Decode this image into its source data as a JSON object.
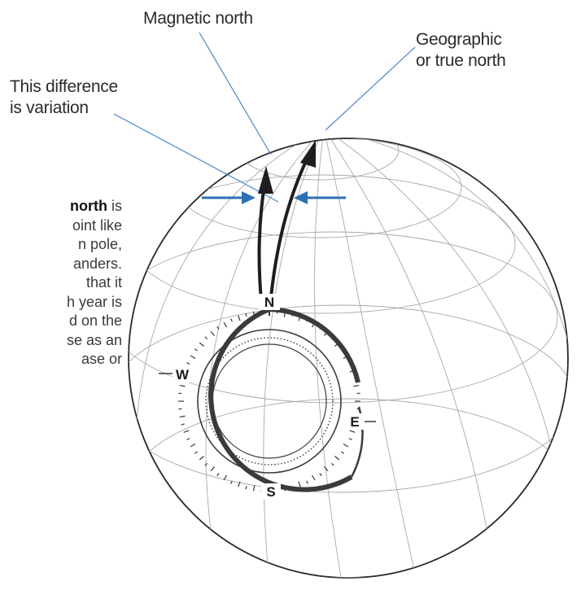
{
  "labels": {
    "magnetic_north": "Magnetic north",
    "geographic_line1": "Geographic",
    "geographic_line2": "or true north",
    "variation_line1": "This difference",
    "variation_line2": "is variation"
  },
  "side_text": {
    "line1_bold": "north",
    "line1_rest": " is",
    "line2": "oint like",
    "line3": "n pole,",
    "line4": "anders.",
    "line5": "that it",
    "line6": "h year is",
    "line7": "d on the",
    "line8": "se as an",
    "line9": "ase or"
  },
  "compass": {
    "north": "N",
    "south": "S",
    "east": "E",
    "west": "W"
  },
  "colors": {
    "arrow_blue": "#2e6fb5",
    "leader_blue": "#4a86c8",
    "globe_line": "#9a9a9a",
    "dark": "#1e1e1e"
  }
}
